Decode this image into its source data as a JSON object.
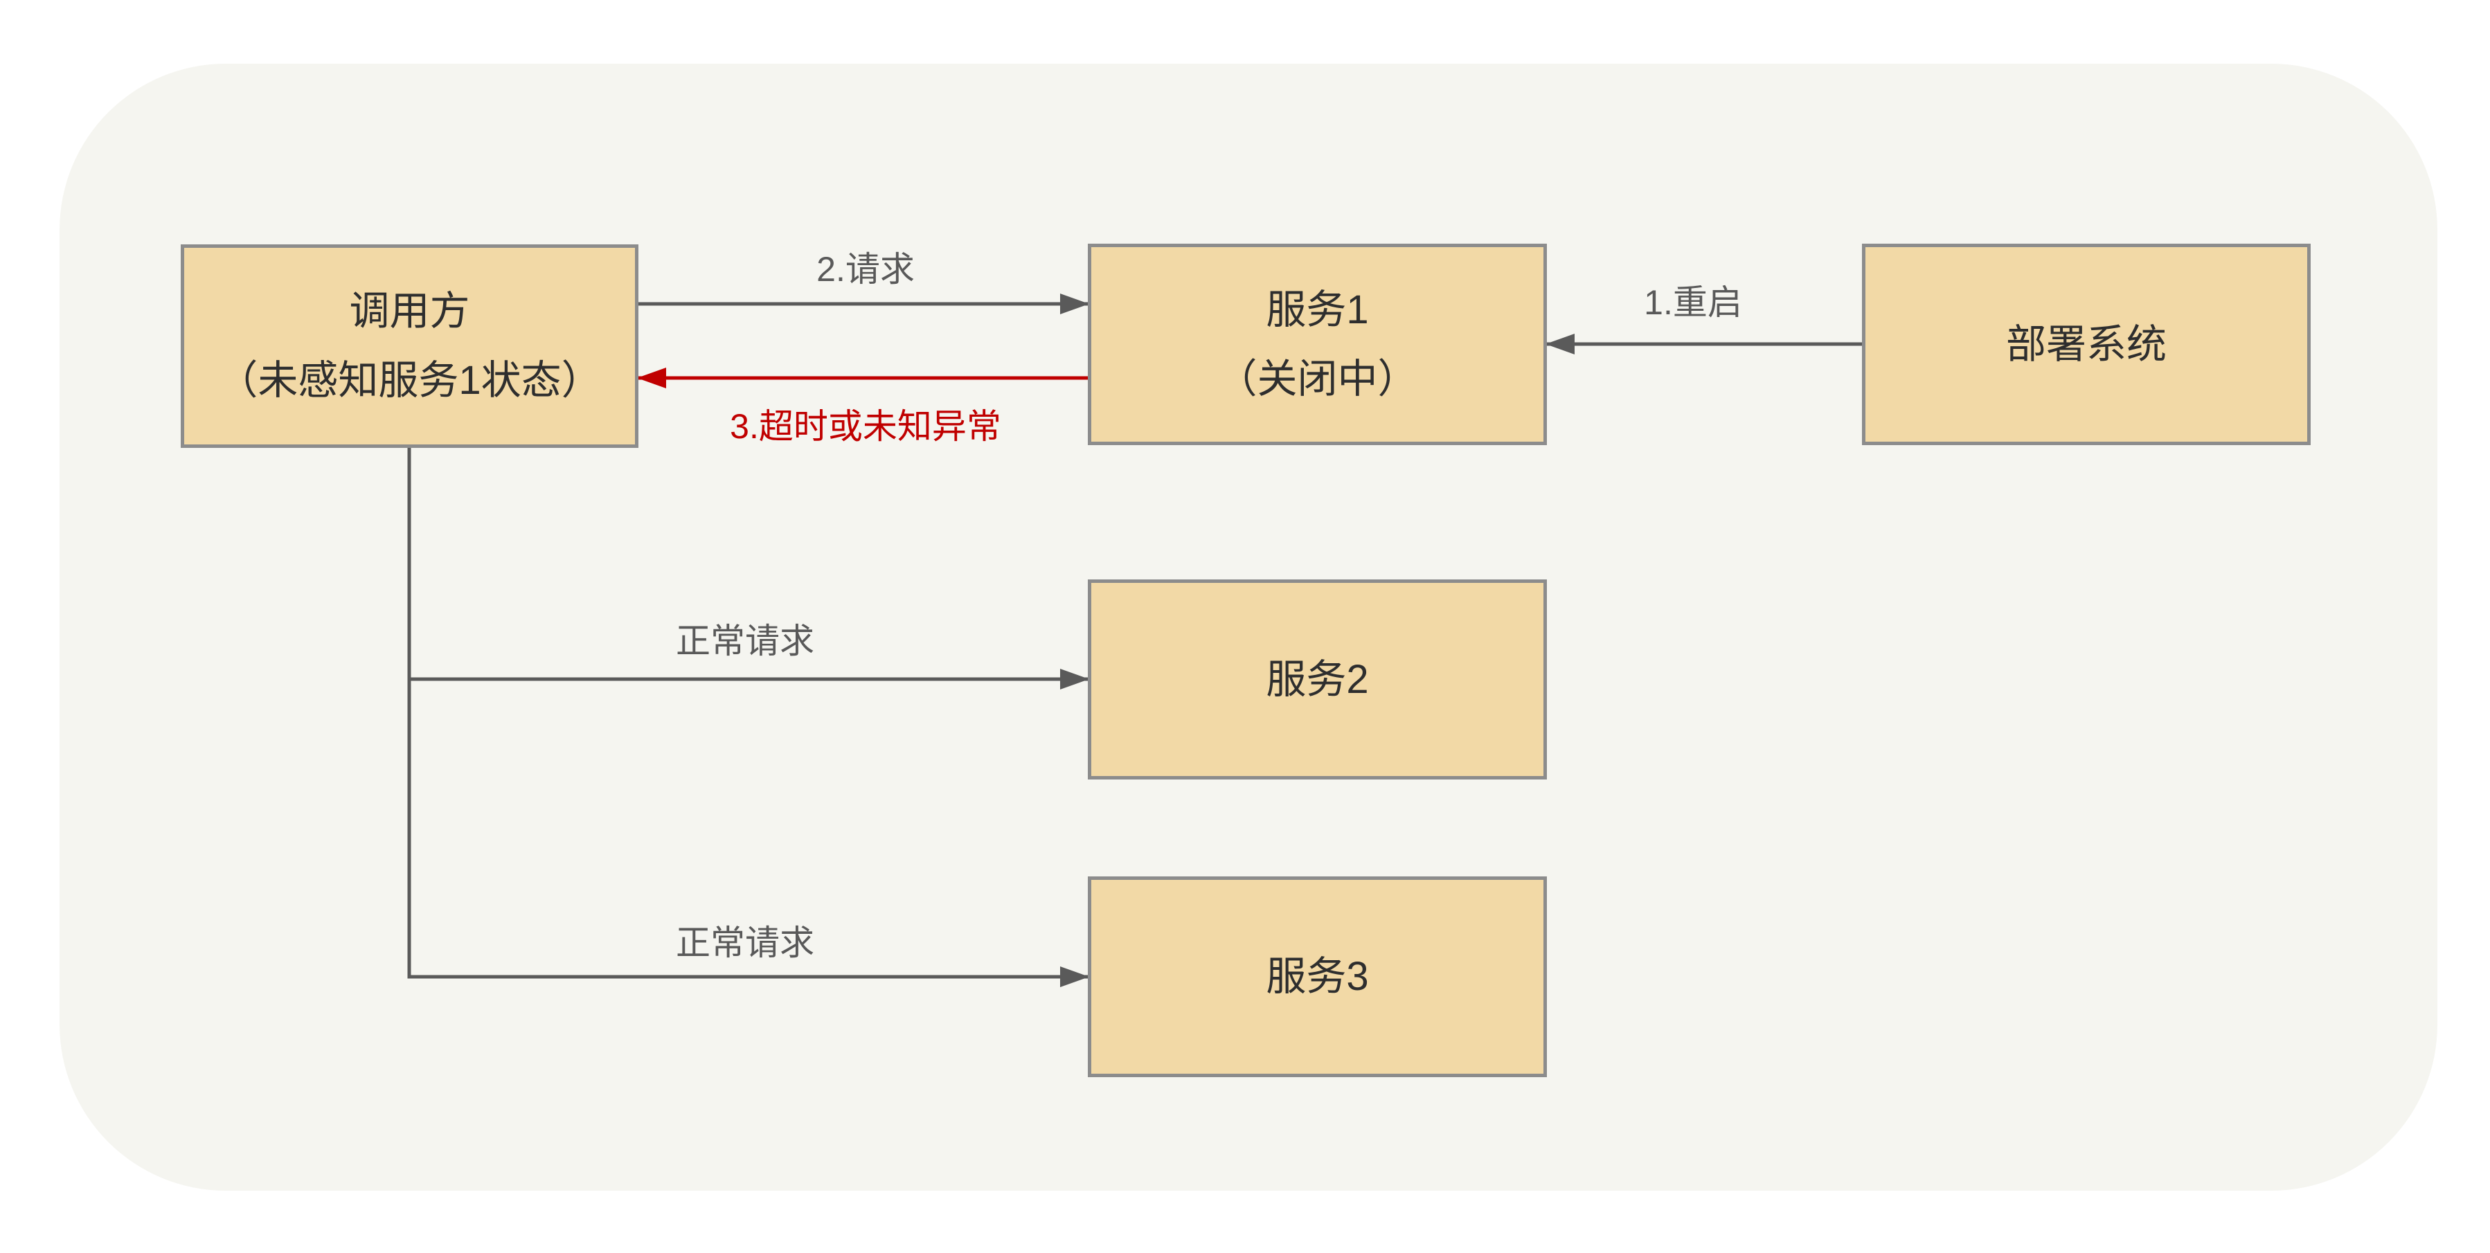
{
  "theme": {
    "page-bg": "#FFFFFF",
    "canvas-bg": "#F5F5F0",
    "node-fill": "#F2D9A6",
    "node-border": "#8C8C8C",
    "node-text": "#2E2E2E",
    "label-color": "#595959",
    "arrow-color": "#5A5A5A",
    "error-color": "#C00000"
  },
  "nodes": {
    "caller": {
      "title": "调用方",
      "subtitle": "（未感知服务1状态）"
    },
    "service1": {
      "title": "服务1",
      "subtitle": "（关闭中）"
    },
    "deploy": {
      "title": "部署系统"
    },
    "service2": {
      "title": "服务2"
    },
    "service3": {
      "title": "服务3"
    }
  },
  "edges": {
    "restart": {
      "label": "1.重启"
    },
    "request": {
      "label": "2.请求"
    },
    "timeout": {
      "label": "3.超时或未知异常"
    },
    "normal1": {
      "label": "正常请求"
    },
    "normal2": {
      "label": "正常请求"
    }
  }
}
